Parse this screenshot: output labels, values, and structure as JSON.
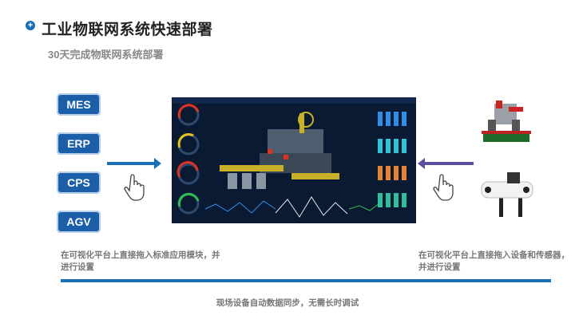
{
  "header": {
    "title": "工业物联网系统快速部署",
    "subtitle": "30天完成物联网系统部署",
    "icon": "plus-circle-icon"
  },
  "modules": [
    "MES",
    "ERP",
    "CPS",
    "AGV"
  ],
  "captions": {
    "left": "在可视化平台上直接拖入标准应用模块，并进行设置",
    "right": "在可视化平台上直接拖入设备和传感器，并进行设置"
  },
  "footer": "现场设备自动数据同步，无需长时调试",
  "colors": {
    "accent": "#1a6fb5",
    "arrow_right": "#5b4fa0",
    "dashboard_bg": "#0b1a33"
  }
}
